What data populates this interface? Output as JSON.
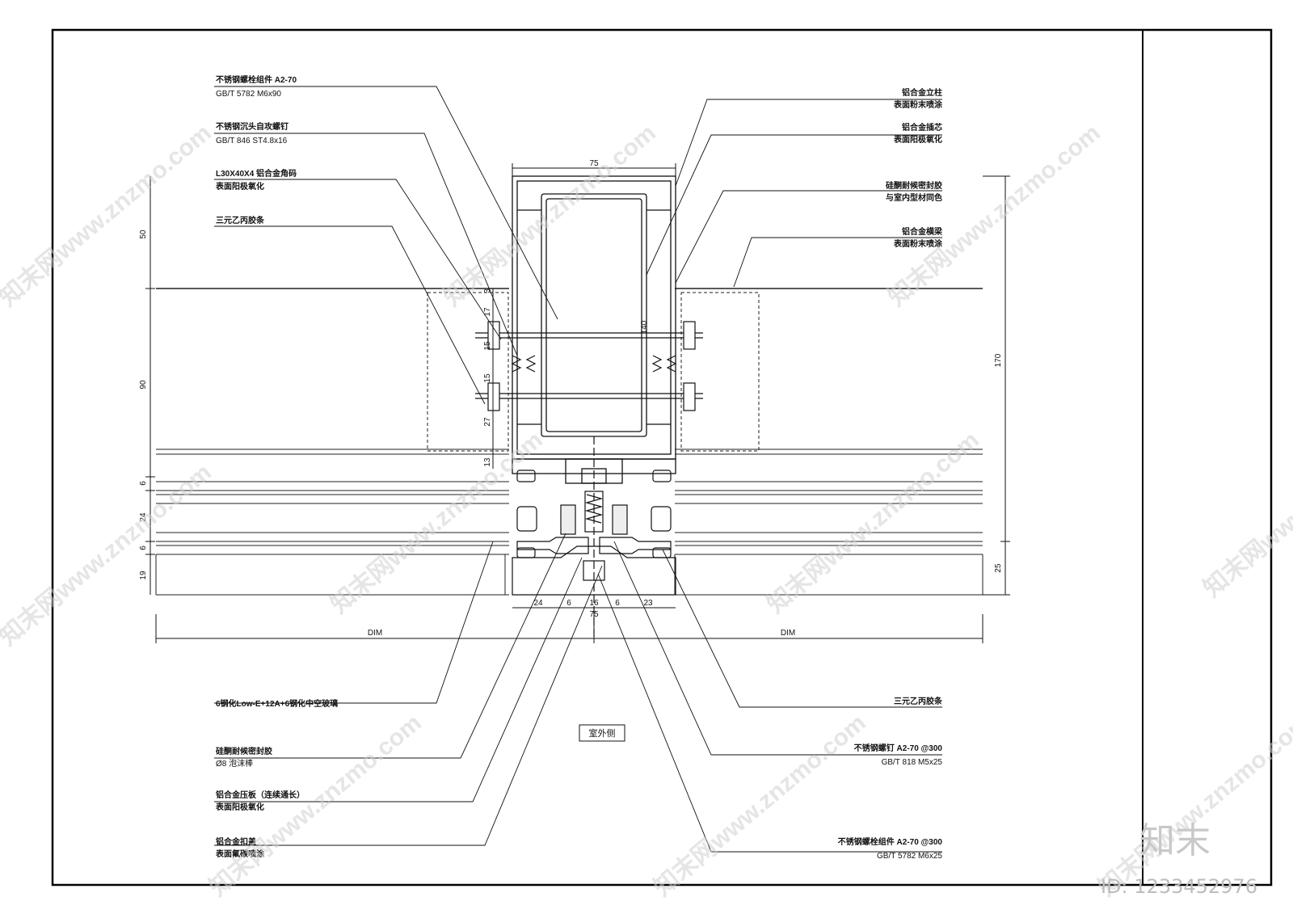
{
  "labels_left": [
    {
      "line1": "不锈钢螺栓组件 A2-70",
      "line2": "GB/T 5782 M6x90"
    },
    {
      "line1": "不锈钢沉头自攻螺钉",
      "line2": "GB/T 846 ST4.8x16"
    },
    {
      "line1": "L30X40X4 铝合金角码",
      "line2": "表面阳极氧化"
    },
    {
      "line1": "三元乙丙胶条",
      "line2": ""
    }
  ],
  "labels_right": [
    {
      "line1": "铝合金立柱",
      "line2": "表面粉末喷涂"
    },
    {
      "line1": "铝合金插芯",
      "line2": "表面阳极氧化"
    },
    {
      "line1": "硅酮耐候密封胶",
      "line2": "与室内型材同色"
    },
    {
      "line1": "铝合金横梁",
      "line2": "表面粉末喷涂"
    }
  ],
  "labels_bottom_left": [
    {
      "line1": "6钢化Low-E+12A+6钢化中空玻璃",
      "line2": ""
    },
    {
      "line1": "硅酮耐候密封胶",
      "line2": "Ø8 泡沫棒"
    },
    {
      "line1": "铝合金压板（连续通长）",
      "line2": "表面阳极氧化"
    },
    {
      "line1": "铝合金扣盖",
      "line2": "表面氟碳喷涂"
    }
  ],
  "labels_bottom_right": [
    {
      "line1": "三元乙丙胶条",
      "line2": ""
    },
    {
      "line1": "不锈钢螺钉  A2-70 @300",
      "line2": "GB/T 818 M5x25"
    },
    {
      "line1": "不锈钢螺栓组件 A2-70 @300",
      "line2": "GB/T 5782 M6x25"
    }
  ],
  "outdoor_label": "室外侧",
  "dims": {
    "top_width": "75",
    "bottom_width": "75",
    "mullion_depth": "140",
    "left_50": "50",
    "left_90": "90",
    "left_6a": "6",
    "left_24": "24",
    "left_6b": "6",
    "left_19": "19",
    "right_170": "170",
    "right_25": "25",
    "inner_3": "3",
    "inner_17": "17",
    "inner_15a": "15",
    "inner_15b": "15",
    "inner_27": "27",
    "inner_13": "13",
    "bot_24": "24",
    "bot_6a": "6",
    "bot_16": "16",
    "bot_6b": "6",
    "bot_23": "23",
    "dim_left": "DIM",
    "dim_right": "DIM"
  },
  "watermark": {
    "text": "知末网www.znzmo.com",
    "logo": "知末",
    "id": "ID: 1233452976"
  }
}
